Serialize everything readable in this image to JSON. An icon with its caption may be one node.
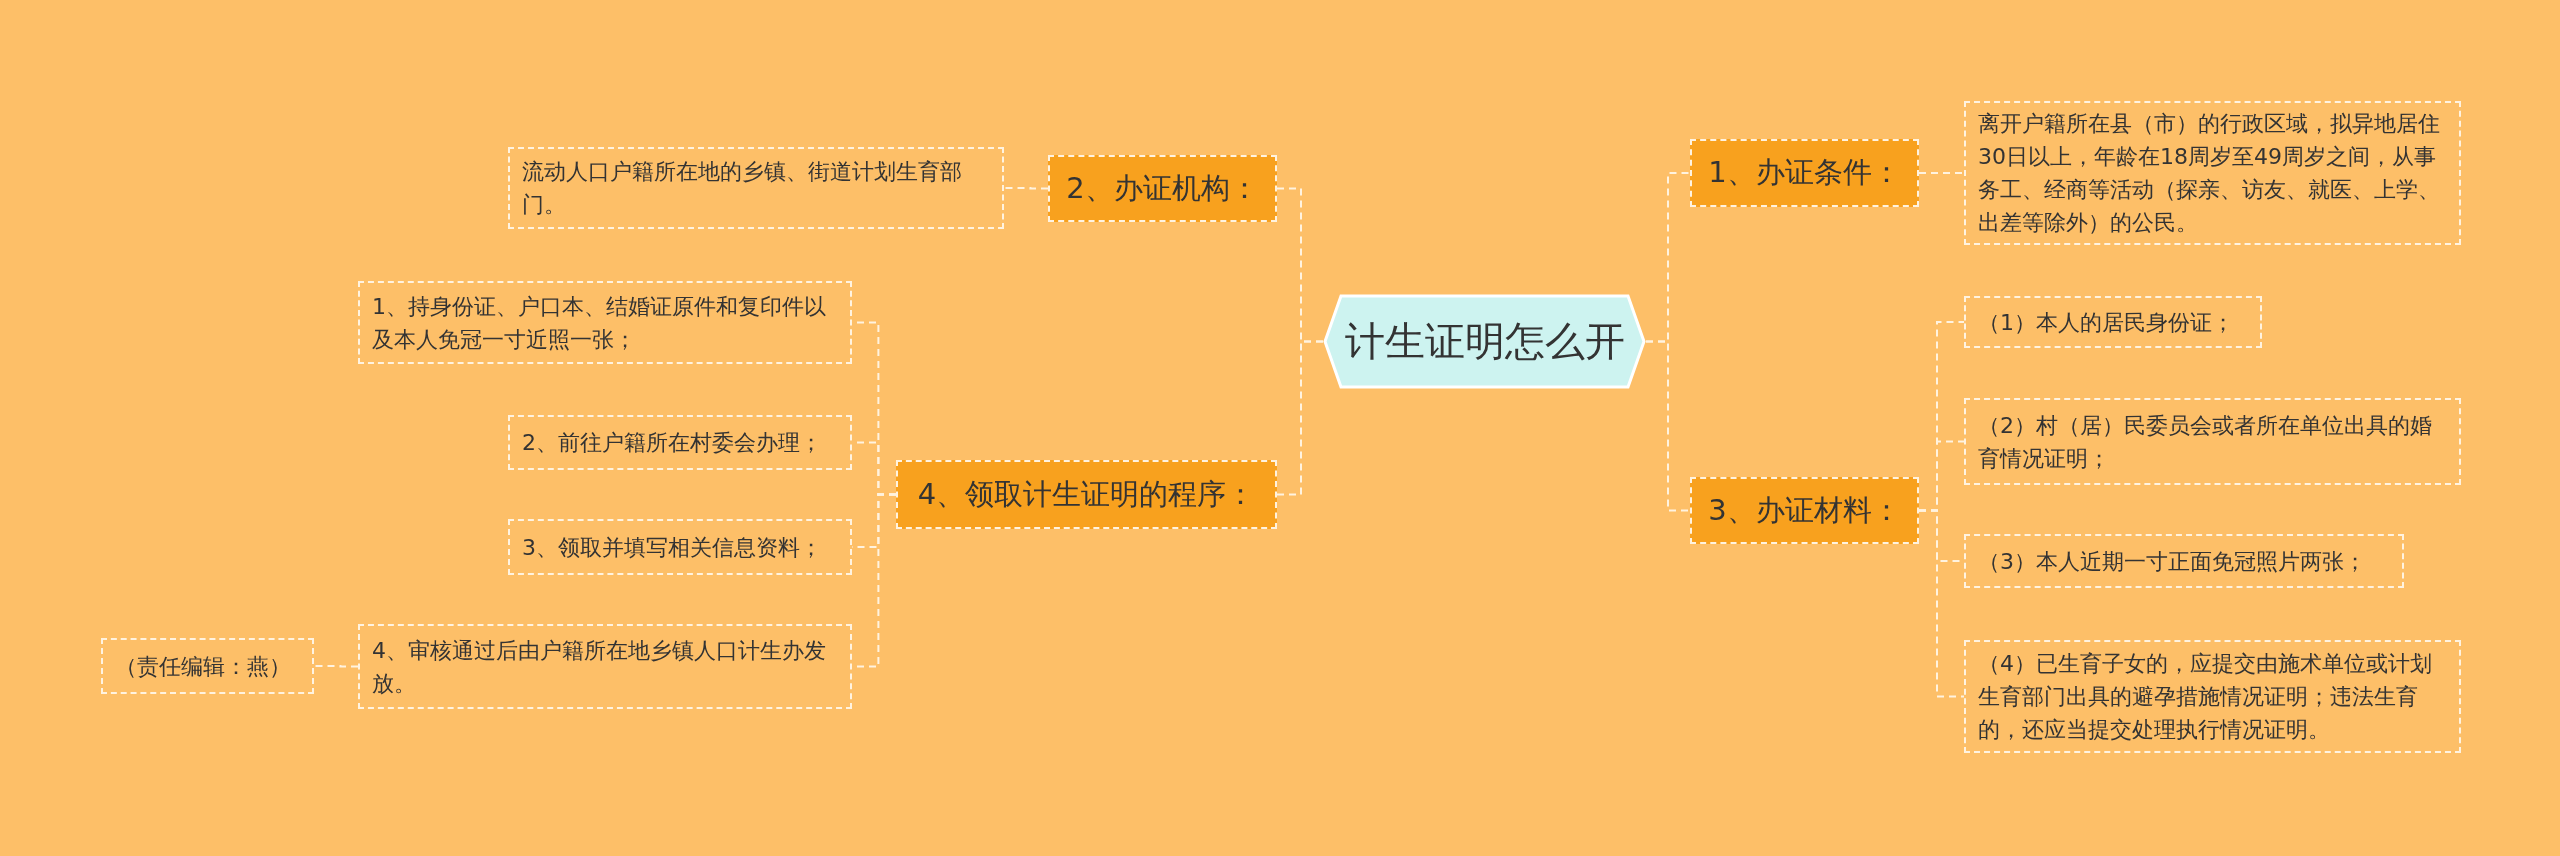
{
  "diagram": {
    "nodes": [
      {
        "text": [
          "计生证明怎么开"
        ]
      },
      {
        "text": [
          "1、办证条件："
        ]
      },
      {
        "text": [
          "离开户籍所在县（市）的行政区域，拟异地居住30日以上，年龄在18周岁至49周岁之间，从事务工、经商等活动（探亲、访友、就医、上学、出差等除外）的公民。"
        ]
      },
      {
        "text": [
          "3、办证材料："
        ]
      },
      {
        "text": [
          "（1）本人的居民身份证；"
        ]
      },
      {
        "text": [
          "（2）村（居）民委员会或者所在单位出具的婚育情况证明；"
        ]
      },
      {
        "text": [
          "（3）本人近期一寸正面免冠照片两张；"
        ]
      },
      {
        "text": [
          "（4）已生育子女的，应提交由施术单位或计划生育部门出具的避孕措施情况证明；违法生育的，还应当提交处理执行情况证明。"
        ]
      },
      {
        "text": [
          "2、办证机构："
        ]
      },
      {
        "text": [
          "流动人口户籍所在地的乡镇、街道计划生育部门。"
        ]
      },
      {
        "text": [
          "4、领取计生证明的程序："
        ]
      },
      {
        "text": [
          "1、持身份证、户口本、结婚证原件和复印件以及本人免冠一寸近照一张；"
        ]
      },
      {
        "text": [
          "2、前往户籍所在村委会办理；"
        ]
      },
      {
        "text": [
          "3、领取并填写相关信息资料；"
        ]
      },
      {
        "text": [
          "4、审核通过后由户籍所在地乡镇人口计生办发放。"
        ]
      },
      {
        "text": [
          "（责任编辑：燕）"
        ]
      }
    ],
    "edges": [
      {
        "from": 0,
        "to": 1,
        "arrow": "none"
      },
      {
        "from": 0,
        "to": 3,
        "arrow": "none"
      },
      {
        "from": 0,
        "to": 8,
        "arrow": "none"
      },
      {
        "from": 0,
        "to": 10,
        "arrow": "none"
      },
      {
        "from": 1,
        "to": 2,
        "arrow": "none"
      },
      {
        "from": 3,
        "to": 4,
        "arrow": "none"
      },
      {
        "from": 3,
        "to": 5,
        "arrow": "none"
      },
      {
        "from": 3,
        "to": 6,
        "arrow": "none"
      },
      {
        "from": 3,
        "to": 7,
        "arrow": "none"
      },
      {
        "from": 8,
        "to": 9,
        "arrow": "none"
      },
      {
        "from": 10,
        "to": 11,
        "arrow": "none"
      },
      {
        "from": 10,
        "to": 12,
        "arrow": "none"
      },
      {
        "from": 10,
        "to": 13,
        "arrow": "none"
      },
      {
        "from": 10,
        "to": 14,
        "arrow": "none"
      },
      {
        "from": 14,
        "to": 15,
        "arrow": "none"
      }
    ]
  }
}
